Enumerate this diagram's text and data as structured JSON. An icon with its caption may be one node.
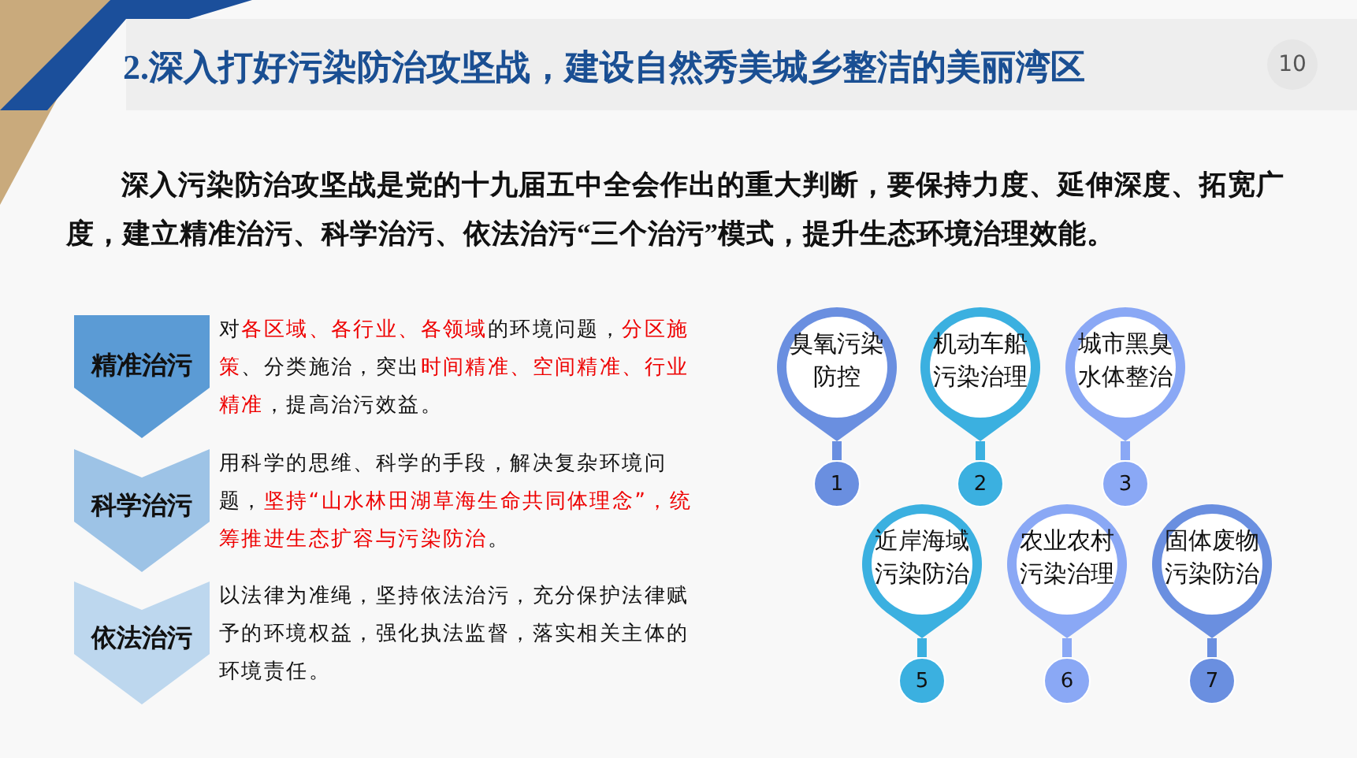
{
  "diagram": {
    "title": "2.深入打好污染防治攻坚战，建设自然秀美城乡整洁的美丽湾区",
    "nodes": [
      {
        "text": [
          "精准治污"
        ],
        "beside": [
          "对**各区域、各行业、各领域**的环境问题，**分区施策**、分类施治，突出**时间精准、空间精准、行业精准**，提高治污效益。"
        ]
      },
      {
        "text": [
          "科学治污"
        ],
        "beside": [
          "用科学的思维、科学的手段，解决复杂环境问题，**坚持“山水林田湖草海生命共同体理念”，统筹推进生态扩容与污染防治**。"
        ]
      },
      {
        "text": [
          "依法治污"
        ],
        "beside": [
          "以法律为准绳，坚持依法治污，充分保护法律赋予的环境权益，强化执法监督，落实相关主体的环境责任。"
        ]
      },
      {
        "text": [
          "臭氧污染防控"
        ]
      },
      {
        "text": [
          "机动车船污染治理"
        ]
      },
      {
        "text": [
          "城市黑臭水体整治"
        ]
      },
      {
        "text": [
          "近岸海域污染防治"
        ]
      },
      {
        "text": [
          "农业农村污染治理"
        ]
      },
      {
        "text": [
          "固体废物污染防治"
        ]
      },
      {
        "text": [
          "1"
        ]
      },
      {
        "text": [
          "2"
        ]
      },
      {
        "text": [
          "3"
        ]
      },
      {
        "text": [
          "5"
        ]
      },
      {
        "text": [
          "6"
        ]
      },
      {
        "text": [
          "7"
        ]
      }
    ],
    "edges": [
      {
        "from": 3,
        "to": 9,
        "arrow": "none"
      },
      {
        "from": 4,
        "to": 10,
        "arrow": "none"
      },
      {
        "from": 5,
        "to": 11,
        "arrow": "none"
      },
      {
        "from": 6,
        "to": 12,
        "arrow": "none"
      },
      {
        "from": 7,
        "to": 13,
        "arrow": "none"
      },
      {
        "from": 8,
        "to": 14,
        "arrow": "none"
      }
    ],
    "labels": [
      "10",
      "深入污染防治攻坚战是党的十九届五中全会作出的重大判断，要保持力度、延伸深度、拓宽广度，建立精准治污、科学治污、依法治污“三个治污”模式，提升生态环境治理效能。"
    ]
  }
}
